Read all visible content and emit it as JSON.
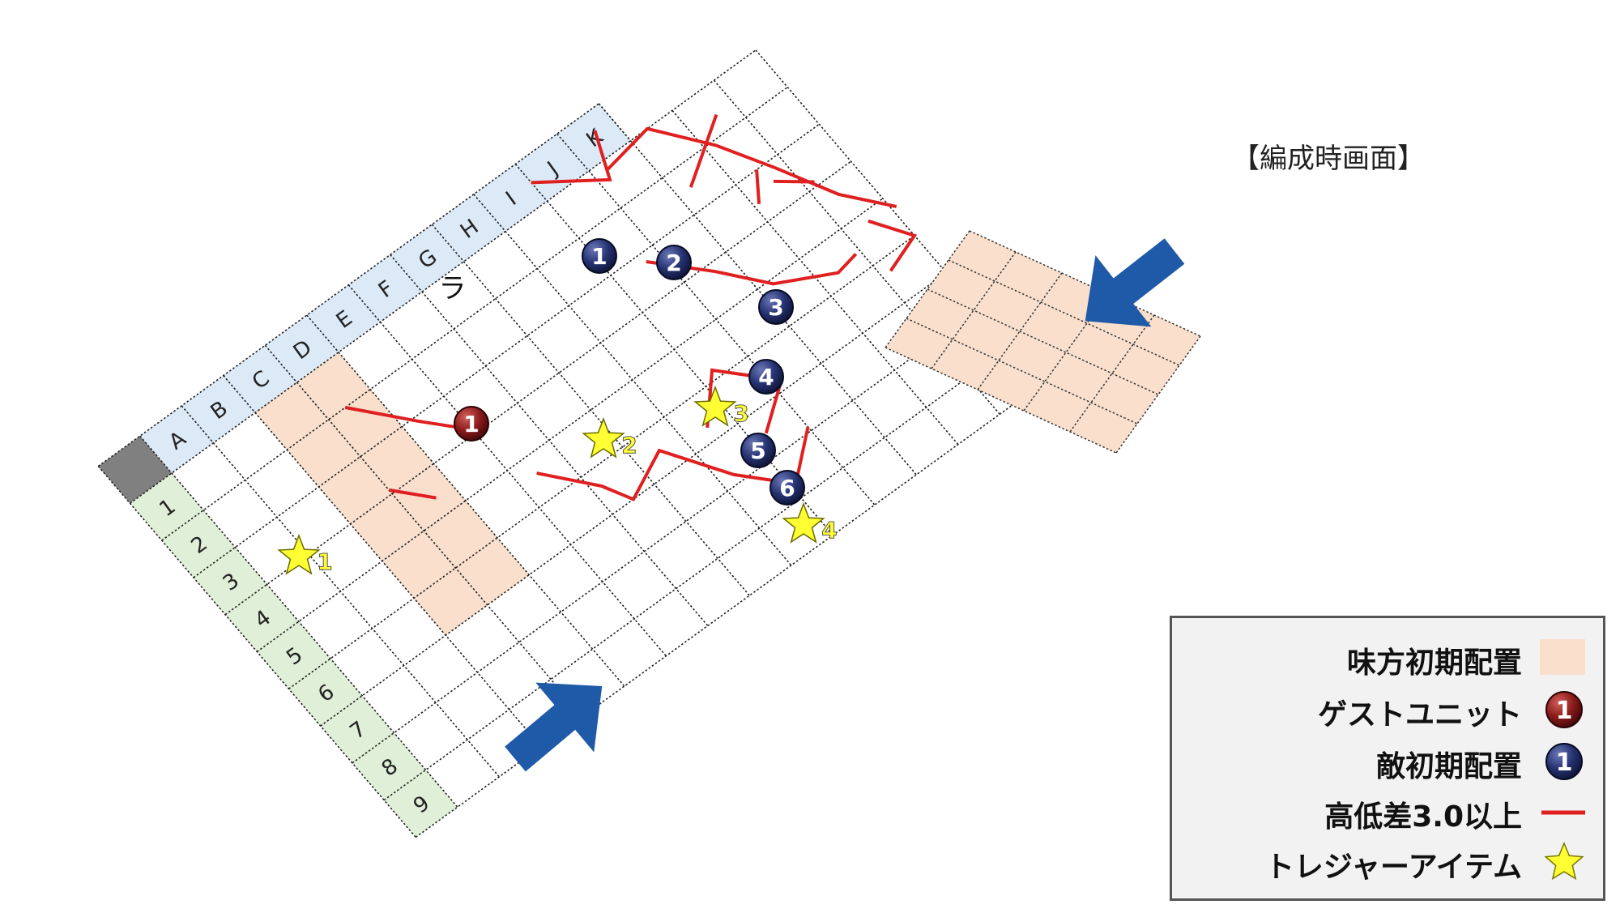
{
  "formation_title": "【編成時画面】",
  "grid": {
    "columns": [
      "A",
      "B",
      "C",
      "D",
      "E",
      "F",
      "G",
      "H",
      "I",
      "J",
      "K"
    ],
    "rows": [
      "1",
      "2",
      "3",
      "4",
      "5",
      "6",
      "7",
      "8",
      "9"
    ],
    "map_label": "ラ"
  },
  "guest_units": [
    {
      "label": "1"
    }
  ],
  "enemy_units": [
    {
      "label": "1"
    },
    {
      "label": "2"
    },
    {
      "label": "3"
    },
    {
      "label": "4"
    },
    {
      "label": "5"
    },
    {
      "label": "6"
    }
  ],
  "treasures": [
    {
      "label": "1"
    },
    {
      "label": "2"
    },
    {
      "label": "3"
    },
    {
      "label": "4"
    }
  ],
  "legend": {
    "ally_label": "味方初期配置",
    "guest_label": "ゲストユニット",
    "guest_mark": "1",
    "enemy_label": "敵初期配置",
    "enemy_mark": "1",
    "height_label": "高低差3.0以上",
    "treasure_label": "トレジャーアイテム"
  },
  "colors": {
    "ally_zone": "#f9dfcc",
    "column_header": "#dce9f7",
    "row_header": "#e0efd8",
    "corner": "#808080",
    "height_line": "#e02020",
    "enemy_unit": "#1f2a5c",
    "guest_unit": "#8b1a1a",
    "treasure": "#ffff33",
    "arrow": "#1f5aa8"
  }
}
